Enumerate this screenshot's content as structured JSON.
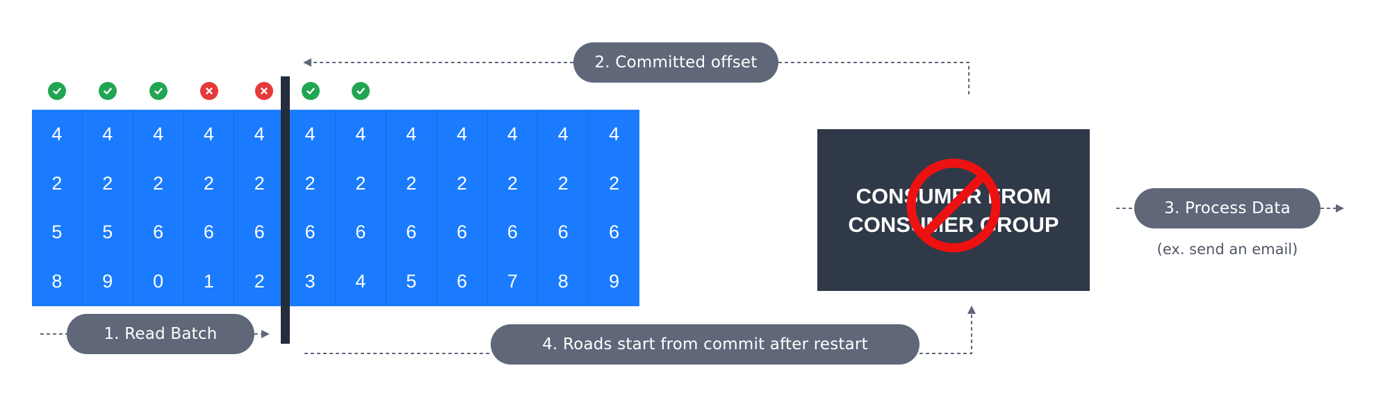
{
  "log": {
    "statuses": [
      "ok",
      "ok",
      "ok",
      "fail",
      "fail",
      "ok",
      "ok"
    ],
    "rows": [
      [
        "4",
        "4",
        "4",
        "4",
        "4",
        "4",
        "4",
        "4",
        "4",
        "4",
        "4",
        "4"
      ],
      [
        "2",
        "2",
        "2",
        "2",
        "2",
        "2",
        "2",
        "2",
        "2",
        "2",
        "2",
        "2"
      ],
      [
        "5",
        "5",
        "6",
        "6",
        "6",
        "6",
        "6",
        "6",
        "6",
        "6",
        "6",
        "6"
      ],
      [
        "8",
        "9",
        "0",
        "1",
        "2",
        "3",
        "4",
        "5",
        "6",
        "7",
        "8",
        "9"
      ]
    ]
  },
  "steps": {
    "read_batch": "1. Read Batch",
    "committed_offset": "2. Committed offset",
    "process_data": "3. Process Data",
    "process_caption": "(ex. send an email)",
    "restart": "4. Roads start from commit after restart"
  },
  "consumer": {
    "line1": "CONSUMER FROM",
    "line2": "CONSUMER GROUP",
    "overlay_icon": "prohibited-icon"
  },
  "colors": {
    "log_blue": "#1b7bff",
    "pill_gray": "#5f6779",
    "consumer_dark": "#2f3948",
    "ok_green": "#22a553",
    "fail_red": "#e63939",
    "prohibited_red": "#ee1111",
    "arrow_gray": "#5f6779"
  }
}
